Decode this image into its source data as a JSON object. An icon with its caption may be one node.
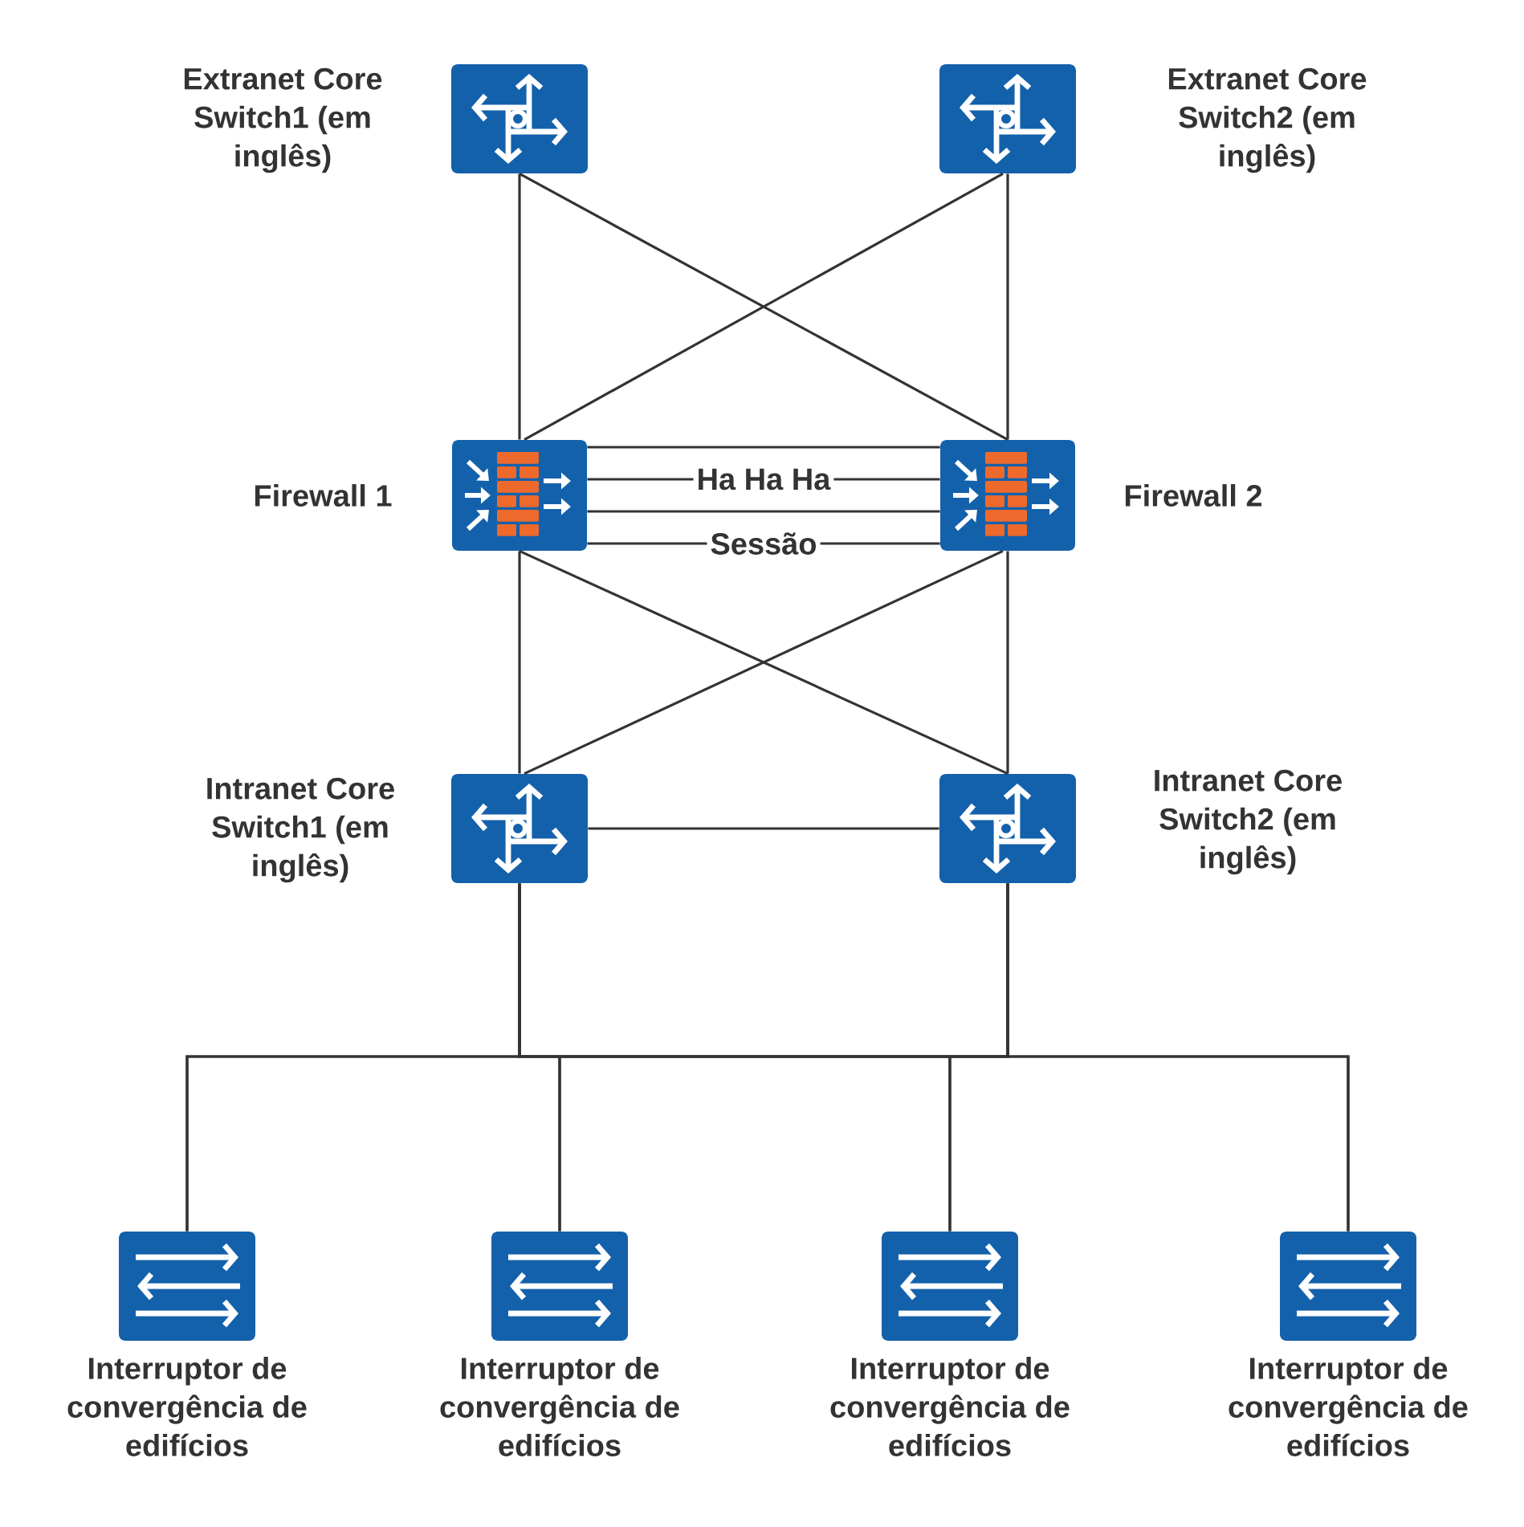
{
  "diagram": {
    "nodes": [
      {
        "text": [
          "Extranet Core Switch1 (em inglês)"
        ]
      },
      {
        "text": [
          "Extranet Core Switch2 (em inglês)"
        ]
      },
      {
        "text": [
          "Firewall 1"
        ]
      },
      {
        "text": [
          "Firewall 2"
        ]
      },
      {
        "text": [
          "Intranet Core Switch1 (em inglês)"
        ]
      },
      {
        "text": [
          "Intranet Core Switch2 (em inglês)"
        ]
      },
      {
        "text": [
          "Interruptor de convergência de edifícios"
        ]
      },
      {
        "text": [
          "Interruptor de convergência de edifícios"
        ]
      },
      {
        "text": [
          "Interruptor de convergência de edifícios"
        ]
      },
      {
        "text": [
          "Interruptor de convergência de edifícios"
        ]
      }
    ],
    "edges": [
      {
        "from": 0,
        "to": 2,
        "arrow": "none"
      },
      {
        "from": 0,
        "to": 3,
        "arrow": "none"
      },
      {
        "from": 1,
        "to": 2,
        "arrow": "none"
      },
      {
        "from": 1,
        "to": 3,
        "arrow": "none"
      },
      {
        "from": 2,
        "to": 3,
        "arrow": "none"
      },
      {
        "from": 2,
        "to": 3,
        "arrow": "none",
        "label": "Ha Ha Ha"
      },
      {
        "from": 2,
        "to": 3,
        "arrow": "none"
      },
      {
        "from": 2,
        "to": 3,
        "arrow": "none",
        "label": "Sessão"
      },
      {
        "from": 2,
        "to": 4,
        "arrow": "none"
      },
      {
        "from": 2,
        "to": 5,
        "arrow": "none"
      },
      {
        "from": 3,
        "to": 4,
        "arrow": "none"
      },
      {
        "from": 3,
        "to": 5,
        "arrow": "none"
      },
      {
        "from": 4,
        "to": 5,
        "arrow": "none"
      },
      {
        "from": 4,
        "to": 6,
        "arrow": "none"
      },
      {
        "from": 4,
        "to": 7,
        "arrow": "none"
      },
      {
        "from": 4,
        "to": 8,
        "arrow": "none"
      },
      {
        "from": 4,
        "to": 9,
        "arrow": "none"
      },
      {
        "from": 5,
        "to": 6,
        "arrow": "none"
      },
      {
        "from": 5,
        "to": 7,
        "arrow": "none"
      },
      {
        "from": 5,
        "to": 8,
        "arrow": "none"
      },
      {
        "from": 5,
        "to": 9,
        "arrow": "none"
      }
    ]
  }
}
